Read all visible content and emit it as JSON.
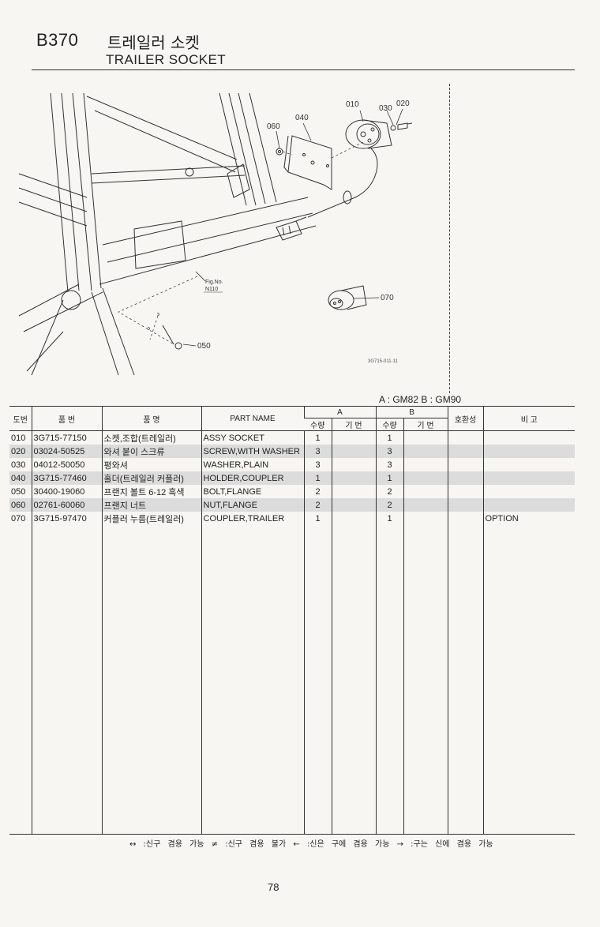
{
  "header": {
    "code": "B370",
    "title_ko": "트레일러 소켓",
    "title_en": "TRAILER SOCKET"
  },
  "diagram": {
    "callouts": {
      "p010": "010",
      "p020": "020",
      "p030": "030",
      "p040": "040",
      "p050": "050",
      "p060": "060",
      "p070": "070"
    },
    "fig_ref_line1": "Fig.No.",
    "fig_ref_line2": "N110",
    "drawing_number": "3G715-011-11"
  },
  "models": "A : GM82   B : GM90",
  "table": {
    "headers": {
      "ref": "도번",
      "part_no": "품  번",
      "name_ko": "품      명",
      "part_name": "PART  NAME",
      "group_a": "A",
      "group_b": "B",
      "qty_a": "수량",
      "code_a": "기 번",
      "qty_b": "수량",
      "code_b": "기 번",
      "interchange": "호환성",
      "remarks": "비    고"
    },
    "rows": [
      {
        "ref": "010",
        "part_no": "3G715-77150",
        "name_ko": "소켓,조합(트레일러)",
        "part_name": "ASSY SOCKET",
        "qty_a": "1",
        "code_a": "",
        "qty_b": "1",
        "code_b": "",
        "interchange": "",
        "remarks": ""
      },
      {
        "ref": "020",
        "part_no": "03024-50525",
        "name_ko": "와셔 붙이 스크류",
        "part_name": "SCREW,WITH WASHER",
        "qty_a": "3",
        "code_a": "",
        "qty_b": "3",
        "code_b": "",
        "interchange": "",
        "remarks": ""
      },
      {
        "ref": "030",
        "part_no": "04012-50050",
        "name_ko": "평와셔",
        "part_name": "WASHER,PLAIN",
        "qty_a": "3",
        "code_a": "",
        "qty_b": "3",
        "code_b": "",
        "interchange": "",
        "remarks": ""
      },
      {
        "ref": "040",
        "part_no": "3G715-77460",
        "name_ko": "홀더(트레일러 커플러)",
        "part_name": "HOLDER,COUPLER",
        "qty_a": "1",
        "code_a": "",
        "qty_b": "1",
        "code_b": "",
        "interchange": "",
        "remarks": ""
      },
      {
        "ref": "050",
        "part_no": "30400-19060",
        "name_ko": "프랜지 볼트 6-12 흑색",
        "part_name": "BOLT,FLANGE",
        "qty_a": "2",
        "code_a": "",
        "qty_b": "2",
        "code_b": "",
        "interchange": "",
        "remarks": ""
      },
      {
        "ref": "060",
        "part_no": "02761-60060",
        "name_ko": "프랜지 너트",
        "part_name": "NUT,FLANGE",
        "qty_a": "2",
        "code_a": "",
        "qty_b": "2",
        "code_b": "",
        "interchange": "",
        "remarks": ""
      },
      {
        "ref": "070",
        "part_no": "3G715-97470",
        "name_ko": "커플러 누름(트레일러)",
        "part_name": "COUPLER,TRAILER",
        "qty_a": "1",
        "code_a": "",
        "qty_b": "1",
        "code_b": "",
        "interchange": "",
        "remarks": "OPTION"
      }
    ]
  },
  "footer": {
    "legend": "↔ :신구 겸용 가능    ≠ :신구 겸용 불가    ← :신은 구에 겸용 가능    → :구는 신에 겸용 가능",
    "page_number": "78"
  }
}
